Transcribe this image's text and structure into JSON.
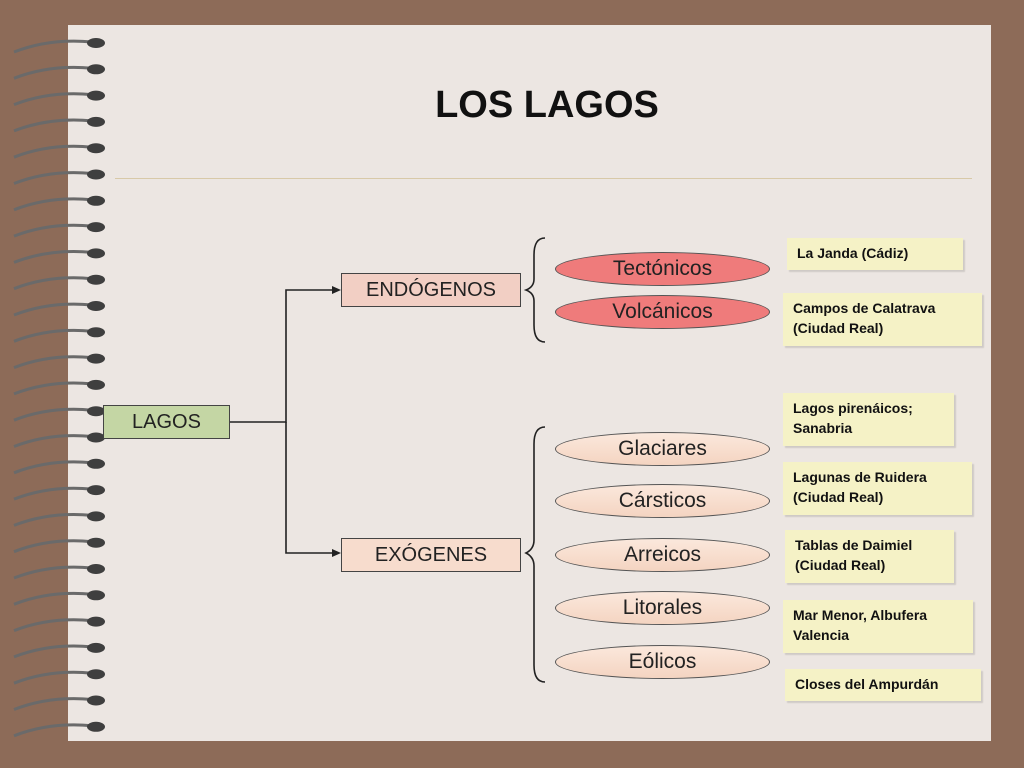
{
  "title": "LOS LAGOS",
  "root": "LAGOS",
  "branches": {
    "endogenous": {
      "label": "ENDÓGENOS",
      "types": [
        "Tectónicos",
        "Volcánicos"
      ]
    },
    "exogenous": {
      "label": "EXÓGENES",
      "types": [
        "Glaciares",
        "Cársticos",
        "Arreicos",
        "Litorales",
        "Eólicos"
      ]
    }
  },
  "examples": [
    [
      "La Janda (Cádiz)"
    ],
    [
      "Campos de Calatrava",
      "(Ciudad Real)"
    ],
    [
      "Lagos pirenáicos;",
      "Sanabria"
    ],
    [
      "Lagunas de Ruidera",
      "(Ciudad Real)"
    ],
    [
      "Tablas de Daimiel",
      "(Ciudad Real)"
    ],
    [
      "Mar Menor, Albufera",
      "Valencia"
    ],
    [
      "Closes del Ampurdán"
    ]
  ],
  "colors": {
    "background": "#8d6b58",
    "page": "#ece6e2",
    "root_fill": "#c4d6a4",
    "endogenous_oval": "#ef7b7b",
    "exogenous_oval": "#f4d4c1",
    "example_note": "#f5f2c6"
  }
}
